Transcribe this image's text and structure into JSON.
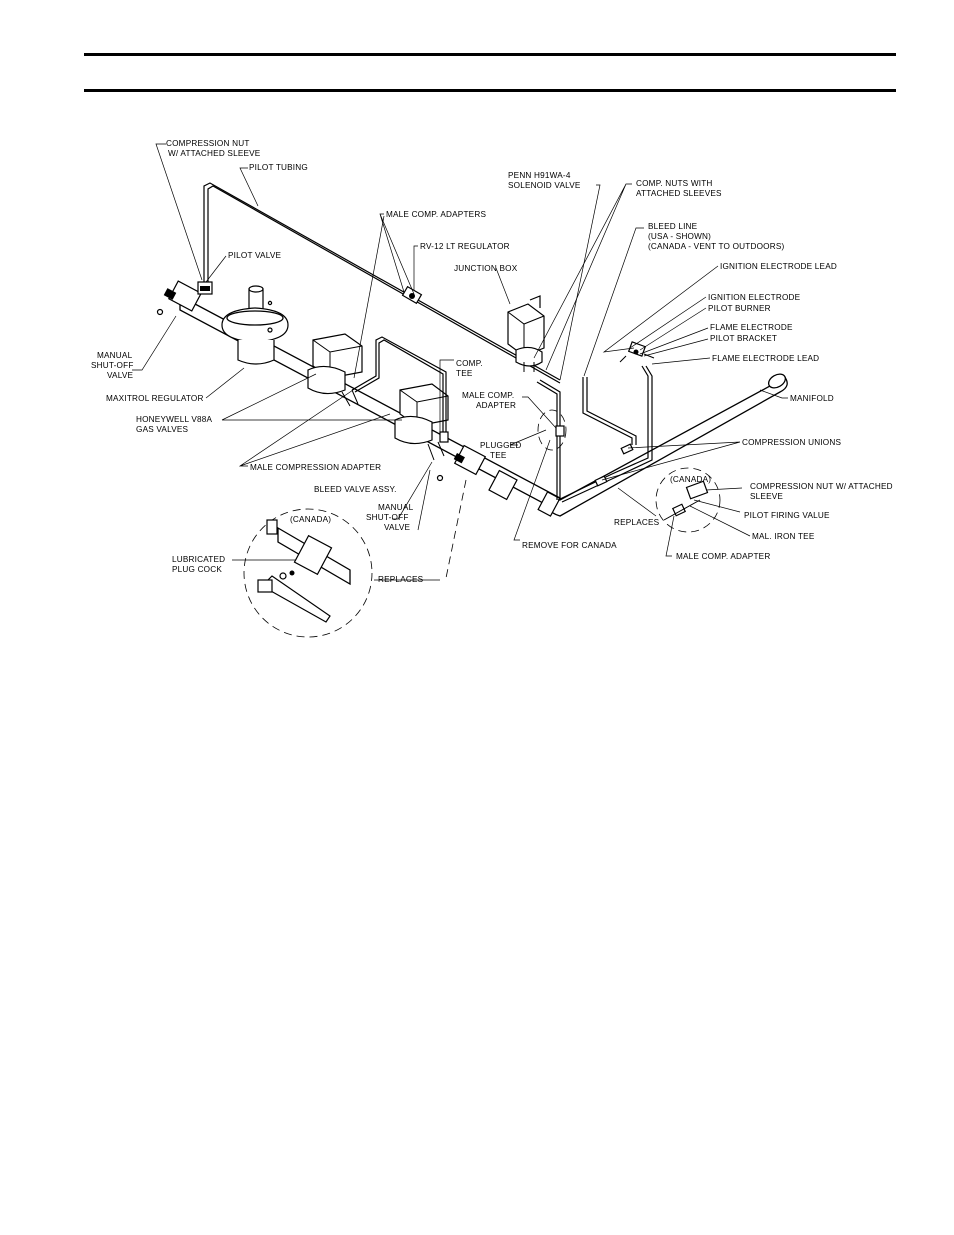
{
  "labels": {
    "compression_nut_sleeve": [
      "COMPRESSION NUT",
      "W/ ATTACHED SLEEVE"
    ],
    "pilot_tubing": "PILOT TUBING",
    "pilot_valve": "PILOT VALVE",
    "male_comp_adapters": "MALE COMP. ADAPTERS",
    "rv12_regulator": "RV-12 LT REGULATOR",
    "junction_box": "JUNCTION BOX",
    "solenoid_valve": [
      "PENN H91WA-4",
      "SOLENOID VALVE"
    ],
    "comp_nuts_sleeves": [
      "COMP. NUTS WITH",
      "ATTACHED SLEEVES"
    ],
    "bleed_line": [
      "BLEED LINE",
      "(USA - SHOWN)",
      "(CANADA - VENT TO OUTDOORS)"
    ],
    "ignition_electrode_lead": "IGNITION ELECTRODE LEAD",
    "ignition_electrode": "IGNITION ELECTRODE",
    "pilot_burner": "PILOT BURNER",
    "flame_electrode": "FLAME ELECTRODE",
    "pilot_bracket": "PILOT BRACKET",
    "flame_electrode_lead": "FLAME ELECTRODE LEAD",
    "manual_shutoff_left": [
      "MANUAL",
      "SHUT-OFF",
      "VALVE"
    ],
    "maxitrol_regulator": "MAXITROL REGULATOR",
    "honeywell_valves": [
      "HONEYWELL V88A",
      "GAS VALVES"
    ],
    "comp_tee": [
      "COMP.",
      "TEE"
    ],
    "male_comp_adapter_mid": [
      "MALE COMP.",
      "ADAPTER"
    ],
    "manifold": "MANIFOLD",
    "compression_unions": "COMPRESSION UNIONS",
    "plugged_tee": [
      "PLUGGED",
      "TEE"
    ],
    "male_compression_adapter": "MALE COMPRESSION ADAPTER",
    "bleed_valve_assy": "BLEED VALVE ASSY.",
    "manual_shutoff_mid": [
      "MANUAL",
      "SHUT-OFF",
      "VALVE"
    ],
    "canada_right": "(CANADA)",
    "compression_nut_right": [
      "COMPRESSION NUT W/ ATTACHED",
      "SLEEVE"
    ],
    "replaces_right": "REPLACES",
    "pilot_firing_value": "PILOT FIRING VALUE",
    "mal_iron_tee": "MAL. IRON TEE",
    "male_comp_adapter_bottom": "MALE COMP. ADAPTER",
    "remove_for_canada": "REMOVE FOR CANADA",
    "canada_left": "(CANADA)",
    "lubricated_plug_cock": [
      "LUBRICATED",
      "PLUG COCK"
    ],
    "replaces_left": "REPLACES"
  },
  "colors": {
    "ink": "#000000",
    "paper": "#ffffff"
  }
}
